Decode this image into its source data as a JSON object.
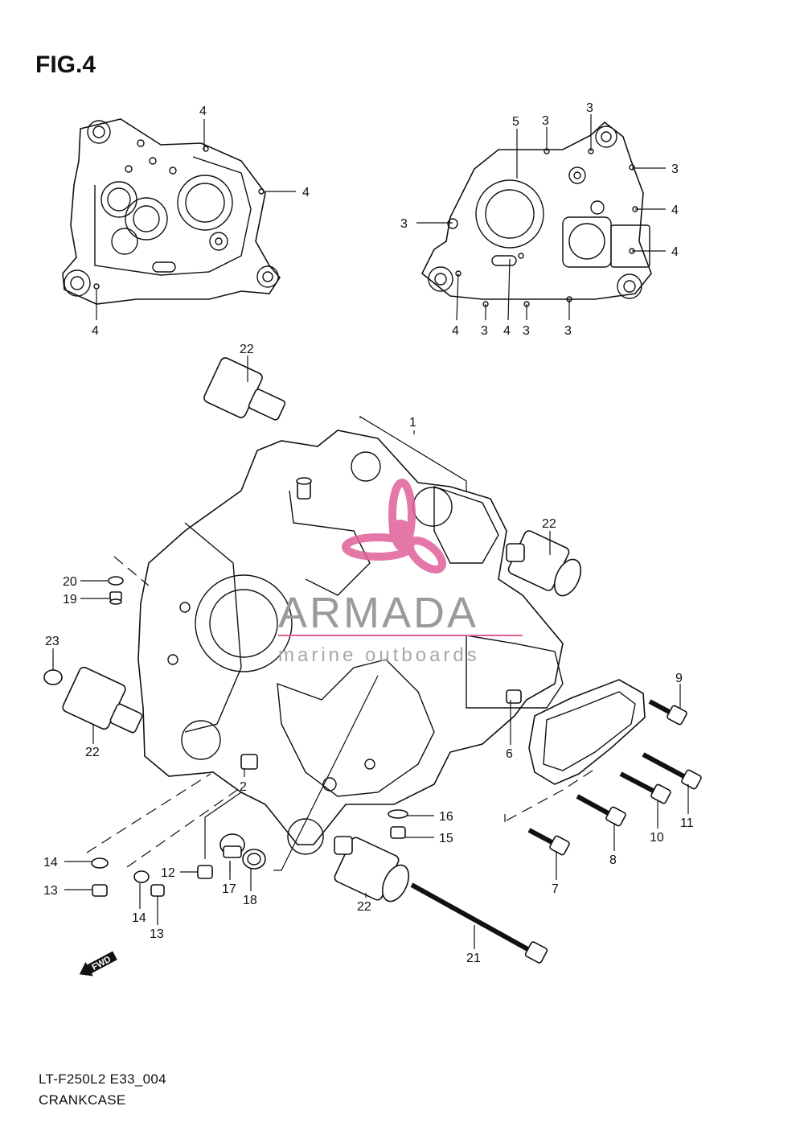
{
  "figure": {
    "title": "FIG.4"
  },
  "footer": {
    "model_code": "LT-F250L2 E33_004",
    "section_name": "CRANKCASE"
  },
  "watermark": {
    "brand": "ARMADA",
    "tagline": "marine outboards",
    "color": "#e0609a"
  },
  "fwd_arrow": {
    "label": "FWD"
  },
  "callouts": [
    {
      "id": "c4a",
      "label": "4"
    },
    {
      "id": "c4b",
      "label": "4"
    },
    {
      "id": "c4c",
      "label": "4"
    },
    {
      "id": "c5",
      "label": "5"
    },
    {
      "id": "c3a",
      "label": "3"
    },
    {
      "id": "c3b",
      "label": "3"
    },
    {
      "id": "c3c",
      "label": "3"
    },
    {
      "id": "c3d",
      "label": "3"
    },
    {
      "id": "c4d",
      "label": "4"
    },
    {
      "id": "c4e",
      "label": "4"
    },
    {
      "id": "c4f",
      "label": "4"
    },
    {
      "id": "c3e",
      "label": "3"
    },
    {
      "id": "c4g",
      "label": "4"
    },
    {
      "id": "c3f",
      "label": "3"
    },
    {
      "id": "c3g",
      "label": "3"
    },
    {
      "id": "c22a",
      "label": "22"
    },
    {
      "id": "c1",
      "label": "1"
    },
    {
      "id": "c22b",
      "label": "22"
    },
    {
      "id": "c20",
      "label": "20"
    },
    {
      "id": "c19",
      "label": "19"
    },
    {
      "id": "c23",
      "label": "23"
    },
    {
      "id": "c22c",
      "label": "22"
    },
    {
      "id": "c6",
      "label": "6"
    },
    {
      "id": "c9",
      "label": "9"
    },
    {
      "id": "c2",
      "label": "2"
    },
    {
      "id": "c11",
      "label": "11"
    },
    {
      "id": "c10",
      "label": "10"
    },
    {
      "id": "c8",
      "label": "8"
    },
    {
      "id": "c16",
      "label": "16"
    },
    {
      "id": "c15",
      "label": "15"
    },
    {
      "id": "c14a",
      "label": "14"
    },
    {
      "id": "c13a",
      "label": "13"
    },
    {
      "id": "c12",
      "label": "12"
    },
    {
      "id": "c17",
      "label": "17"
    },
    {
      "id": "c18",
      "label": "18"
    },
    {
      "id": "c14b",
      "label": "14"
    },
    {
      "id": "c13b",
      "label": "13"
    },
    {
      "id": "c22d",
      "label": "22"
    },
    {
      "id": "c7",
      "label": "7"
    },
    {
      "id": "c21",
      "label": "21"
    }
  ]
}
